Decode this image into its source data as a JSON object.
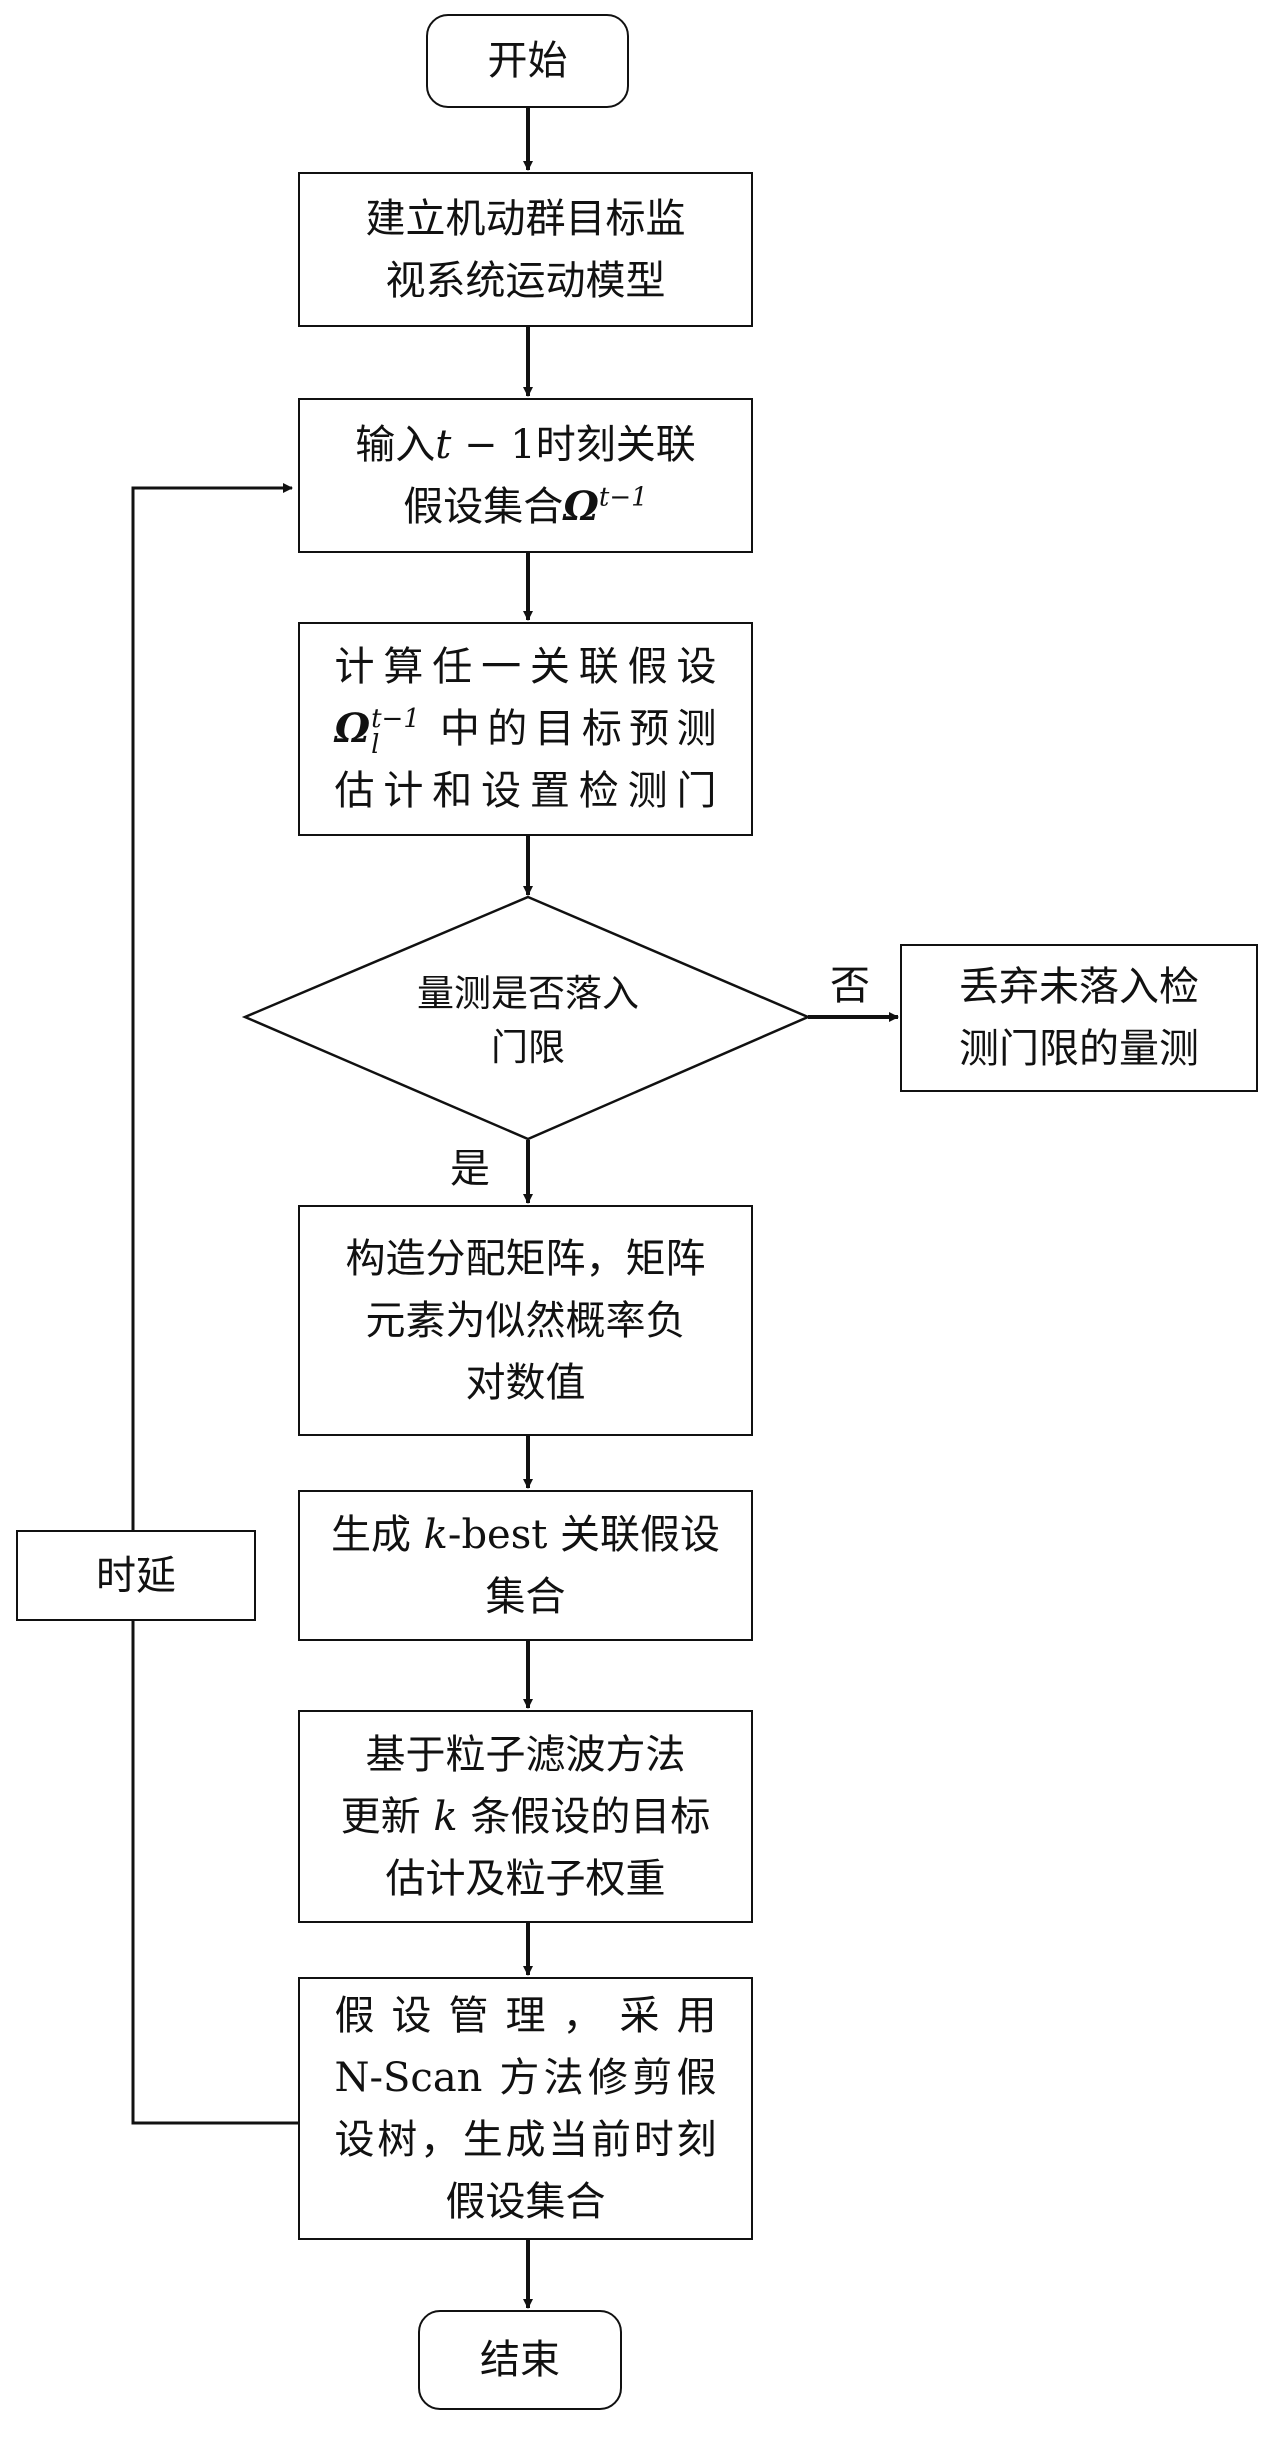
{
  "start": "开始",
  "step1": [
    "建立机动群目标监",
    "视系统运动模型"
  ],
  "step2": {
    "l1_pre": "输入",
    "l1_var": "t",
    "l1_mid": " − 1时刻关联",
    "l2_pre": "假设集合",
    "l2_sym": "Ω",
    "l2_sup": "t−1"
  },
  "step3": {
    "l1": "计算任一关联假设",
    "l2_sym": "Ω",
    "l2_sup": "t−1",
    "l2_sub": "l",
    "l2_post": "中的目标预测",
    "l3": "估计和设置检测门"
  },
  "decision": [
    "量测是否落入",
    "门限"
  ],
  "no_label": "否",
  "yes_label": "是",
  "discard": [
    "丢弃未落入检",
    "测门限的量测"
  ],
  "step4": [
    "构造分配矩阵，矩阵",
    "元素为似然概率负",
    "对数值"
  ],
  "step5": {
    "l1_pre": "生成 ",
    "l1_var": "k",
    "l1_post": "-best 关联假设",
    "l2": "集合"
  },
  "step6": {
    "l1": "基于粒子滤波方法",
    "l2_pre": "更新 ",
    "l2_var": "k",
    "l2_post": " 条假设的目标",
    "l3": "估计及粒子权重"
  },
  "step7": [
    "假设管理，采用",
    "N-Scan 方法修剪假",
    "设树，生成当前时刻",
    "假设集合"
  ],
  "delay": "时延",
  "end": "结束"
}
